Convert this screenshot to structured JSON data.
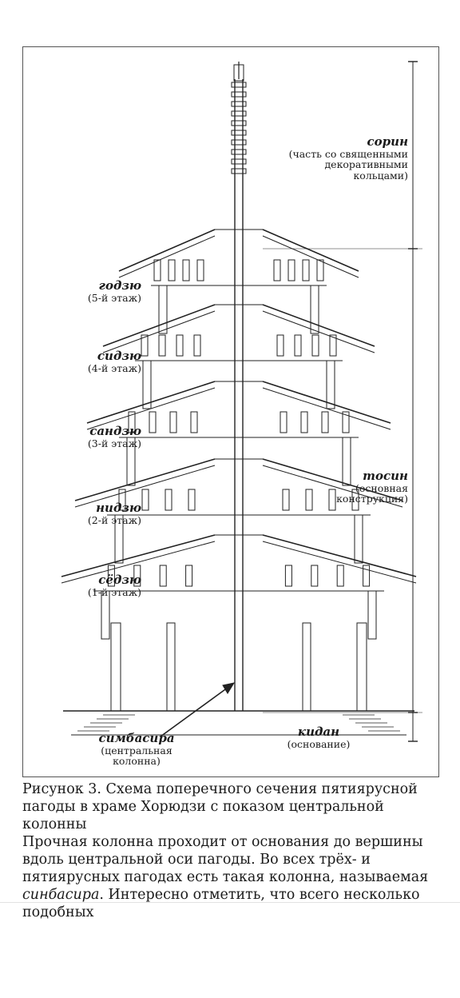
{
  "figure": {
    "labels": {
      "sorin": {
        "title": "сорин",
        "sub1": "(часть со священными",
        "sub2": "декоративными",
        "sub3": "кольцами)"
      },
      "godzu": {
        "title": "годзю",
        "sub": "(5-й этаж)"
      },
      "sidzu": {
        "title": "сидзю",
        "sub": "(4-й этаж)"
      },
      "sandzu": {
        "title": "сандзю",
        "sub": "(3-й этаж)"
      },
      "nidzu": {
        "title": "нидзю",
        "sub": "(2-й этаж)"
      },
      "sedzu": {
        "title": "сёдзю",
        "sub": "(1-й этаж)"
      },
      "tosin": {
        "title": "тосин",
        "sub1": "(основная",
        "sub2": "конструкция)"
      },
      "simbasira": {
        "title": "симбасира",
        "sub1": "(центральная",
        "sub2": "колонна)"
      },
      "kidan": {
        "title": "кидан",
        "sub": "(основание)"
      }
    }
  },
  "caption": "Рисунок 3. Схема поперечного сечения пятиярусной пагоды в храме Хорюдзи с показом центральной колонны",
  "body": {
    "part1": "Прочная колонна проходит от основания до вершины вдоль центральной оси пагоды. Во всех трёх- и пятиярусных пагодах есть такая колонна, называемая ",
    "term": "синбасира",
    "part2": ". Интересно отметить, что всего несколько подобных"
  }
}
